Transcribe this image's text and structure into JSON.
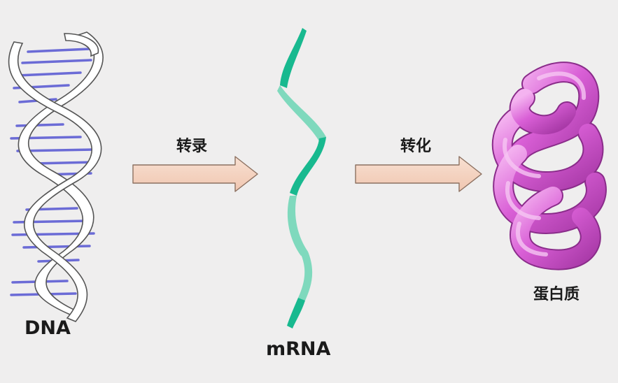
{
  "diagram": {
    "dna_label": "DNA",
    "mrna_label": "mRNA",
    "protein_label": "蛋白质",
    "step1_label": "转录",
    "step2_label": "转化"
  },
  "colors": {
    "background": "#efeeee",
    "dna_backbone": "#ffffff",
    "dna_outline": "#555555",
    "dna_base_pair": "#6b6bd6",
    "mrna_dark": "#18b98f",
    "mrna_light": "#7fd9bd",
    "arrow_fill": "#f5d4c2",
    "arrow_stroke": "#8c7060",
    "protein_fill": "#d95fd6",
    "protein_highlight": "#f2a6ee",
    "protein_shadow": "#a93aa8"
  }
}
